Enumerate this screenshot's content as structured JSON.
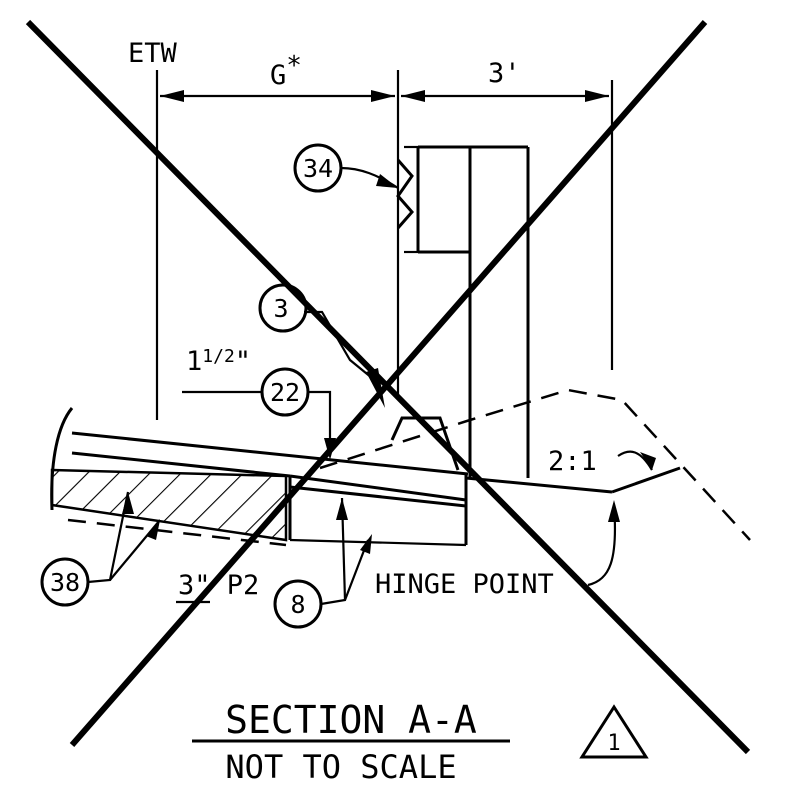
{
  "labels": {
    "etw": "ETW",
    "dim_g": "G",
    "dim_g_mark": "*",
    "dim_3ft": "3'",
    "dim_1_5in_whole": "1",
    "dim_1_5in_fraction": "1/2",
    "dim_1_5in_unit": "\"",
    "slope": "2:1",
    "pavement": "3\" P2",
    "hinge_point": "HINGE POINT"
  },
  "callouts": [
    "34",
    "3",
    "22",
    "38",
    "8"
  ],
  "title": "SECTION A-A",
  "subtitle": "NOT TO SCALE",
  "revision": "1",
  "void_mark": "X"
}
